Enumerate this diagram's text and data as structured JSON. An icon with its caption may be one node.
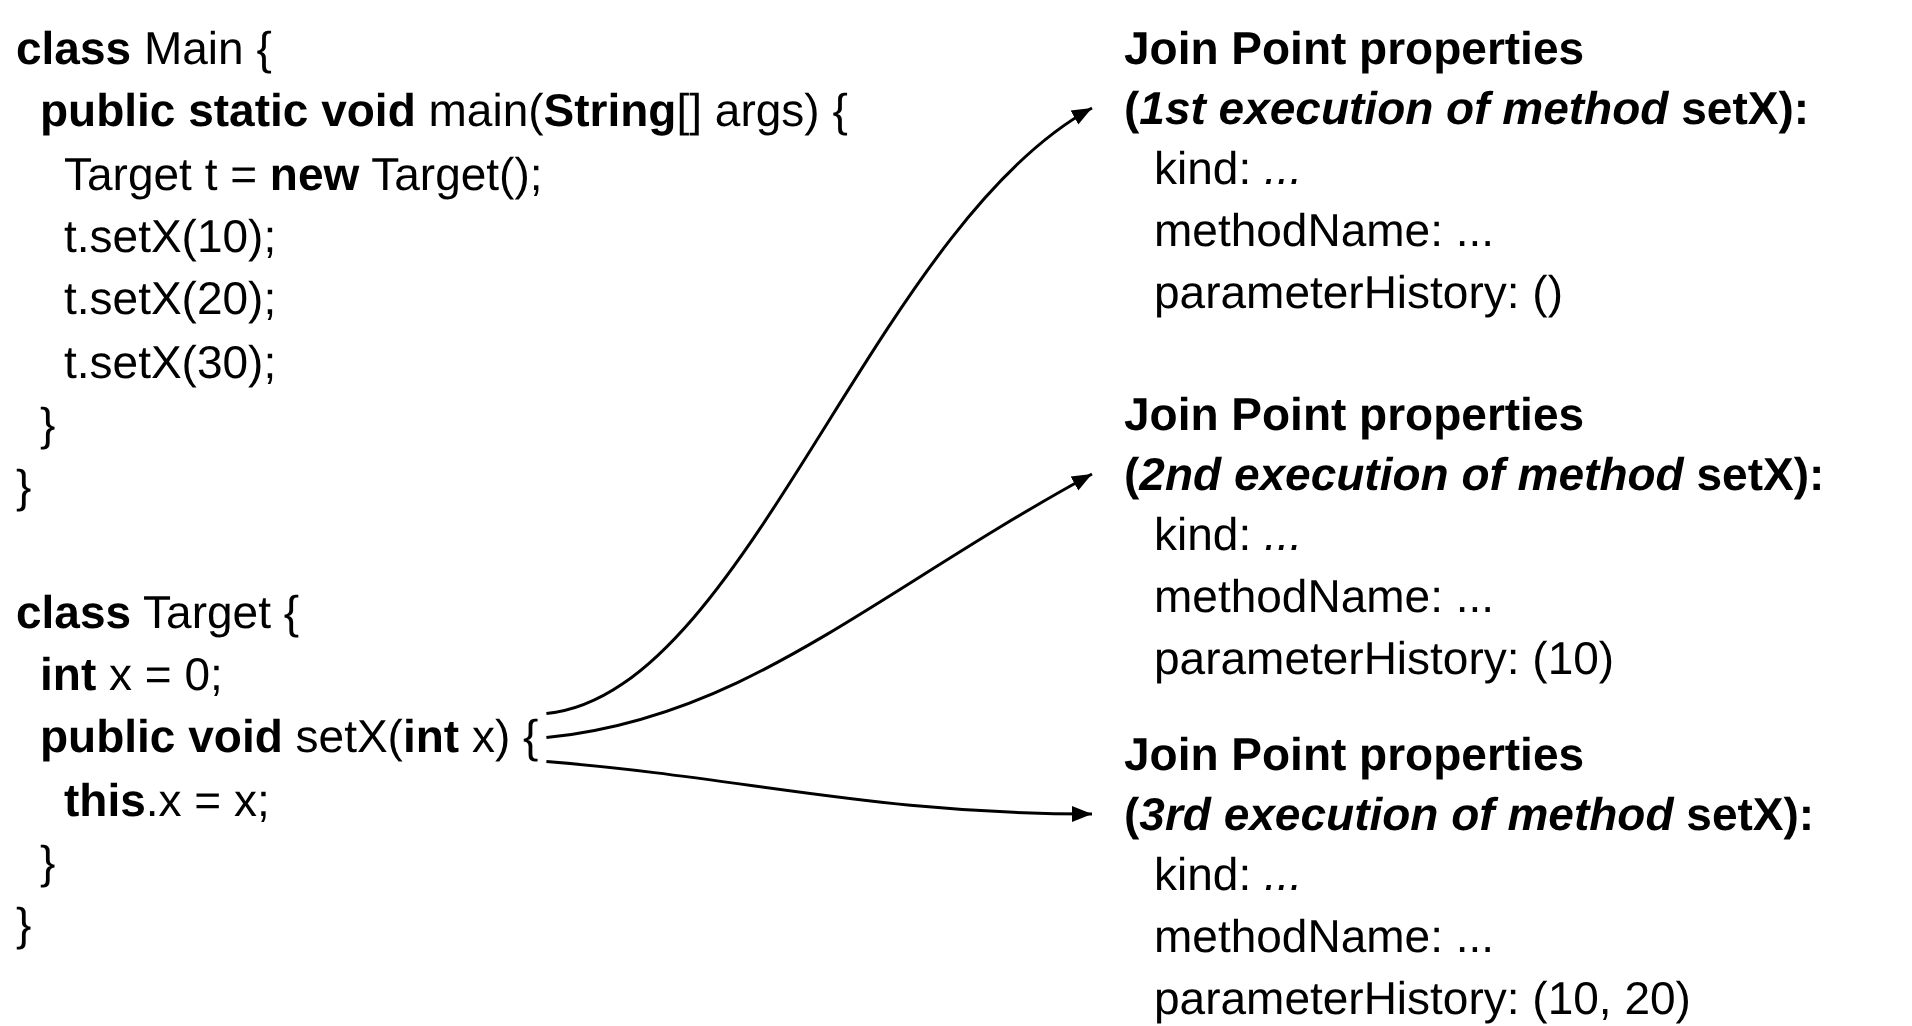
{
  "diagram": {
    "nodes": [
      {
        "text": [
          "**public void** setX(**int** x) {"
        ]
      },
      {
        "text": [
          "Join Point properties (*1st execution of method* setX):",
          "kind: *...*",
          "methodName: ...",
          "parameterHistory: ()"
        ]
      },
      {
        "text": [
          "Join Point properties (*2nd execution of method* setX):",
          "kind: *...*",
          "methodName: ...",
          "parameterHistory: (10)"
        ]
      },
      {
        "text": [
          "Join Point properties (*3rd execution of method* setX):",
          "kind: *...*",
          "methodName: ...",
          "parameterHistory: (10, 20)"
        ]
      }
    ],
    "edges": [
      {
        "from": 0,
        "to": 1,
        "arrow": "to"
      },
      {
        "from": 0,
        "to": 2,
        "arrow": "to"
      },
      {
        "from": 0,
        "to": 3,
        "arrow": "to"
      }
    ],
    "labels": [
      "**class** Main {",
      "**public static void** main(**String**[] args) {",
      "Target t = **new** Target();",
      "t.setX(10);",
      "t.setX(20);",
      "t.setX(30);",
      "}",
      "}",
      "**class** Target {",
      "**int** x = 0;",
      "**this**.x = x;",
      "}",
      "}"
    ]
  }
}
